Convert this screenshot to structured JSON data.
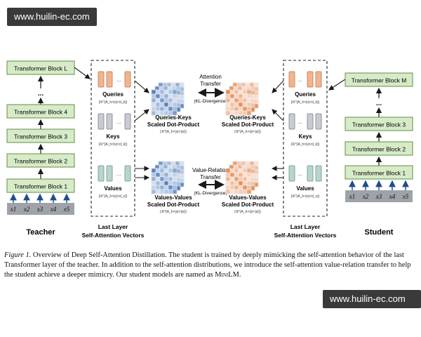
{
  "watermark": "www.huilin-ec.com",
  "teacher": {
    "label": "Teacher",
    "blocks": [
      "Transformer Block 1",
      "Transformer Block 2",
      "Transformer Block 3",
      "Transformer Block 4",
      "Transformer Block L"
    ],
    "dots": "...",
    "inputs": [
      "x1",
      "x2",
      "x3",
      "x4",
      "x5"
    ]
  },
  "student": {
    "label": "Student",
    "blocks": [
      "Transformer Block 1",
      "Transformer Block 2",
      "Transformer Block 3",
      "Transformer Block M"
    ],
    "dots": "...",
    "inputs": [
      "x1",
      "x2",
      "x3",
      "x4",
      "x5"
    ]
  },
  "last_layer_label": [
    "Last Layer",
    "Self-Attention Vectors"
  ],
  "vectors": {
    "queries": {
      "label": "Queries",
      "dim": "(ℝ^{A_h×|x|×d_k})"
    },
    "keys": {
      "label": "Keys",
      "dim": "(ℝ^{A_h×|x|×d_k})"
    },
    "values": {
      "label": "Values",
      "dim": "(ℝ^{A_h×|x|×d_v})"
    }
  },
  "products": {
    "qk": {
      "line1": "Queries-Keys",
      "line2": "Scaled Dot-Product",
      "dim": "(ℝ^{A_h×|x|×|x|})"
    },
    "vv": {
      "line1": "Values-Values",
      "line2": "Scaled Dot-Product",
      "dim": "(ℝ^{A_h×|x|×|x|})"
    }
  },
  "transfers": {
    "attention": {
      "line1": "Attention",
      "line2": "Transfer",
      "line3": "(KL-Divergence)"
    },
    "value_relation": {
      "line1": "Value-Relation",
      "line2": "Transfer",
      "line3": "(KL-Divergence)"
    }
  },
  "colors": {
    "block_fill": "#d7ebc8",
    "block_stroke": "#5f8f45",
    "query_fill": "#f2b48f",
    "key_fill": "#c8ccd2",
    "value_fill": "#b9d4cf",
    "teacher_matrix": "#3f6fb5",
    "student_matrix": "#e07b3c",
    "input_fill": "#9ea3a9",
    "arrow": "#1f4d8c"
  },
  "caption": {
    "figure": "Figure 1.",
    "text": " Overview of Deep Self-Attention Distillation. The student is trained by deeply mimicking the self-attention behavior of the last Transformer layer of the teacher. In addition to the self-attention distributions, we introduce the self-attention value-relation transfer to help the student achieve a deeper mimicry. Our student models are named as ",
    "model_name": "MiniLM",
    "end": "."
  }
}
